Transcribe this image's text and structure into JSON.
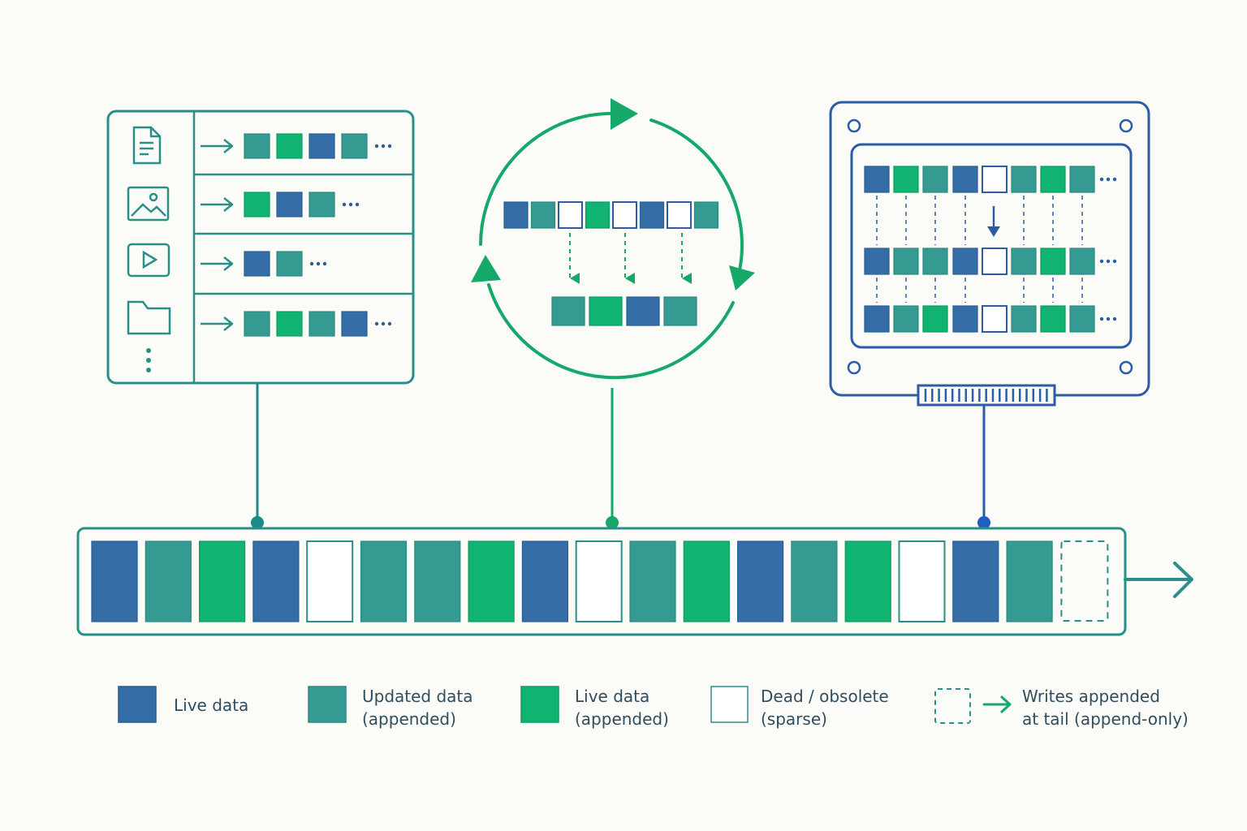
{
  "colors": {
    "live": "#356ea6",
    "updated": "#359b92",
    "live_appended": "#11b372",
    "dead": "#ffffff",
    "teal_stroke": "#2a8f88",
    "green_stroke": "#15a868",
    "blue_stroke": "#2a5da6",
    "text": "#2f4d60",
    "background": "#fbfbf8"
  },
  "icons": {
    "file_panel": [
      "document-icon",
      "image-icon",
      "video-icon",
      "folder-icon",
      "vertical-ellipsis-icon"
    ],
    "cycle": "circular-arrows-icon",
    "ssd": "ssd-drive-icon",
    "log_arrow": "arrow-right-icon"
  },
  "file_rows": [
    [
      "live-updated",
      "live-appended",
      "live",
      "live-updated"
    ],
    [
      "live-appended",
      "live",
      "live-updated"
    ],
    [
      "live",
      "live-updated"
    ],
    [
      "live-updated",
      "live-appended",
      "live-updated",
      "live"
    ]
  ],
  "gc": {
    "before": [
      "live",
      "updated",
      "dead",
      "live_appended",
      "dead",
      "live",
      "dead",
      "updated"
    ],
    "after": [
      "updated",
      "live_appended",
      "live",
      "updated"
    ]
  },
  "ssd_rows": [
    [
      "live",
      "live_appended",
      "updated",
      "live",
      "dead",
      "updated",
      "live_appended",
      "updated"
    ],
    [
      "live",
      "updated",
      "updated",
      "live",
      "dead",
      "updated",
      "live_appended",
      "updated"
    ],
    [
      "live",
      "updated",
      "live_appended",
      "live",
      "dead",
      "updated",
      "live_appended",
      "updated"
    ]
  ],
  "log": [
    "live",
    "updated",
    "live_appended",
    "live",
    "dead",
    "updated",
    "updated",
    "live_appended",
    "live",
    "dead",
    "updated",
    "live_appended",
    "live",
    "updated",
    "live_appended",
    "dead",
    "live",
    "updated",
    "pending"
  ],
  "legend": {
    "live": [
      "Live data"
    ],
    "updated": [
      "Updated data",
      "(appended)"
    ],
    "live_appended": [
      "Live data",
      "(appended)"
    ],
    "dead": [
      "Dead / obsolete",
      "(sparse)"
    ],
    "writes": [
      "Writes appended",
      "at tail (append-only)"
    ]
  }
}
